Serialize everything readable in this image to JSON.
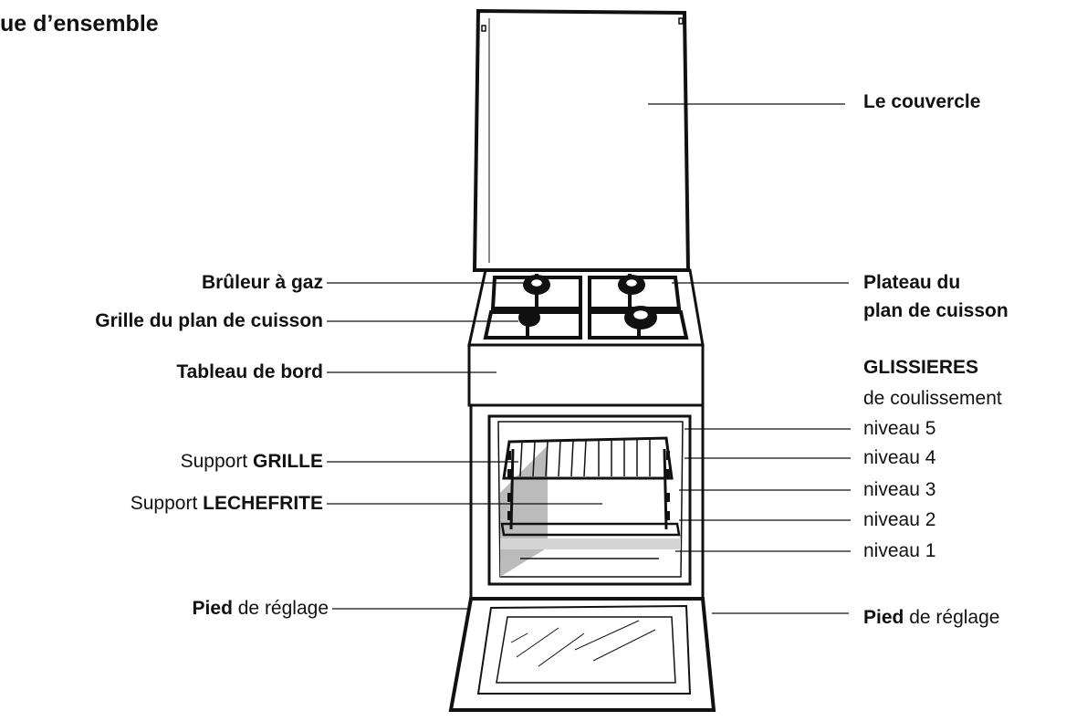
{
  "title": "ue d’ensemble",
  "labels": {
    "couvercle": "Le couvercle",
    "bruleur": "Brûleur à gaz",
    "grille_plan": "Grille du plan de cuisson",
    "plateau_1": "Plateau du",
    "plateau_2": "plan de cuisson",
    "tableau": "Tableau de bord",
    "glissieres": "GLISSIERES",
    "coulissement": "de coulissement",
    "support_prefix": "Support",
    "grille": "GRILLE",
    "lechefrite": "LECHEFRITE",
    "niveau_5": "niveau 5",
    "niveau_4": "niveau 4",
    "niveau_3": "niveau 3",
    "niveau_2": "niveau 2",
    "niveau_1": "niveau 1",
    "pied": "Pied",
    "de_reglage": "de réglage"
  }
}
